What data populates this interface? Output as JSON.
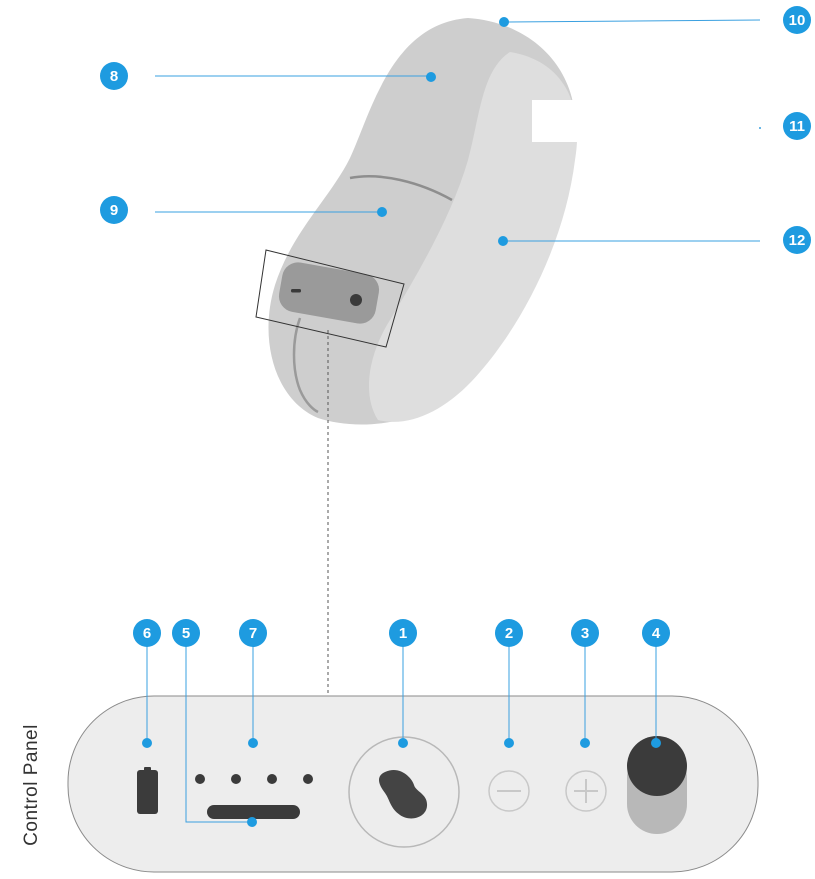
{
  "colors": {
    "accent": "#1e9be0",
    "leader_line": "#3aa0e0",
    "device_light": "#dcdcdc",
    "device_mid": "#cdcdcd",
    "panel_fill": "#ededed",
    "button_dark": "#3b3b3b"
  },
  "panel_label": "Control Panel",
  "callouts": {
    "c1": "1",
    "c2": "2",
    "c3": "3",
    "c4": "4",
    "c5": "5",
    "c6": "6",
    "c7": "7",
    "c8": "8",
    "c9": "9",
    "c10": "10",
    "c11": "11",
    "c12": "12"
  },
  "icons": {
    "battery": "battery-icon",
    "minus": "minus-icon",
    "plus": "plus-icon",
    "device_shape": "device-shape-icon"
  }
}
